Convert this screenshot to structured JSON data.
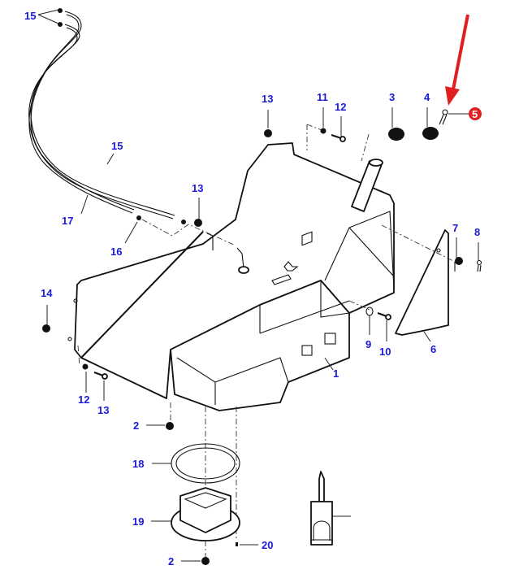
{
  "diagram": {
    "type": "exploded-parts-diagram",
    "subject": "tank assembly",
    "highlighted_part": "5",
    "colors": {
      "label": "#1a1ad8",
      "highlight": "#e02020",
      "line": "#111111"
    },
    "parts": [
      {
        "id": "p1",
        "label": "1",
        "name": "tank-body"
      },
      {
        "id": "p2a",
        "label": "2",
        "name": "nut-upper"
      },
      {
        "id": "p2b",
        "label": "2",
        "name": "nut-lower"
      },
      {
        "id": "p3",
        "label": "3",
        "name": "filler-cap"
      },
      {
        "id": "p4",
        "label": "4",
        "name": "cap"
      },
      {
        "id": "p5",
        "label": "5",
        "name": "clip"
      },
      {
        "id": "p6",
        "label": "6",
        "name": "side-panel"
      },
      {
        "id": "p7",
        "label": "7",
        "name": "fastener"
      },
      {
        "id": "p8",
        "label": "8",
        "name": "clip-small"
      },
      {
        "id": "p9",
        "label": "9",
        "name": "washer"
      },
      {
        "id": "p10",
        "label": "10",
        "name": "bolt"
      },
      {
        "id": "p11a",
        "label": "11",
        "name": "nut-top"
      },
      {
        "id": "p11b",
        "label": "11",
        "name": "nut-left"
      },
      {
        "id": "p12a",
        "label": "12",
        "name": "bolt-top"
      },
      {
        "id": "p12b",
        "label": "12",
        "name": "bolt-left"
      },
      {
        "id": "p13a",
        "label": "13",
        "name": "nut-top-left"
      },
      {
        "id": "p13b",
        "label": "13",
        "name": "nut-mid"
      },
      {
        "id": "p13c",
        "label": "13",
        "name": "nut-side"
      },
      {
        "id": "p14",
        "label": "14",
        "name": "hose"
      },
      {
        "id": "p15a",
        "label": "15",
        "name": "hose-end-top"
      },
      {
        "id": "p15b",
        "label": "15",
        "name": "hose-end-bottom"
      },
      {
        "id": "p16",
        "label": "16",
        "name": "hose-second"
      },
      {
        "id": "p17",
        "label": "17",
        "name": "gasket"
      },
      {
        "id": "p18",
        "label": "18",
        "name": "flange"
      },
      {
        "id": "p19",
        "label": "19",
        "name": "screw"
      },
      {
        "id": "p20",
        "label": "20",
        "name": "sealant-tube"
      }
    ]
  }
}
